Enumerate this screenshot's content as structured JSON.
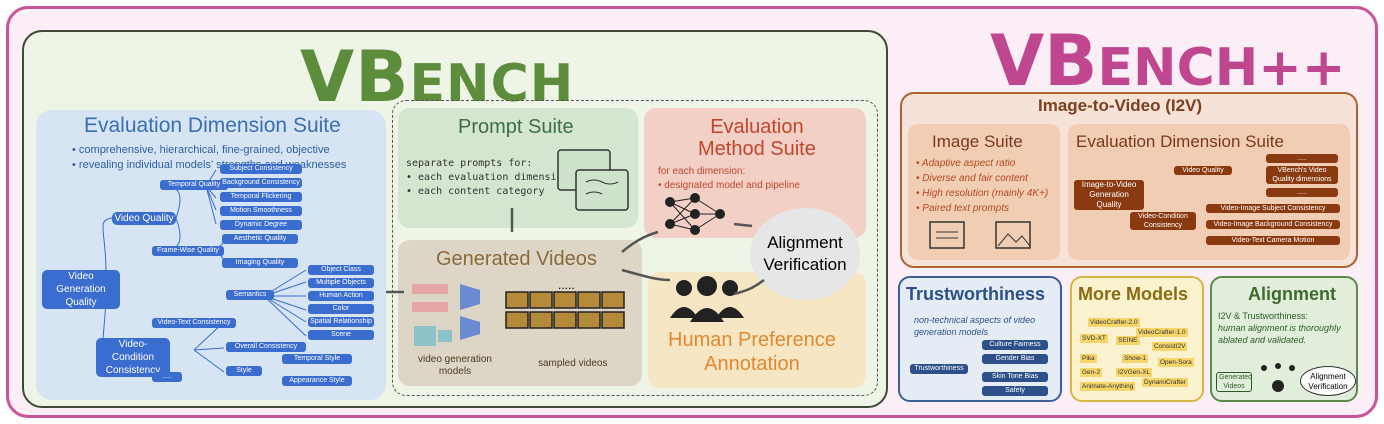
{
  "vbench": {
    "title_big": "VB",
    "title_small": "ENCH"
  },
  "vbenchpp": {
    "title_big": "VB",
    "title_small": "ENCH++"
  },
  "eds": {
    "title": "Evaluation Dimension Suite",
    "bullets": [
      "•  comprehensive, hierarchical, fine-grained, objective",
      "•  revealing individual models' strengths and weaknesses"
    ],
    "root": "Video Generation Quality",
    "vq": "Video Quality",
    "vcc": "Video-Condition Consistency",
    "tq": "Temporal Quality",
    "fwq": "Frame-Wise Quality",
    "vtc": "Video-Text Consistency",
    "sem": "Semantics",
    "oc": "Overall Consistency",
    "style": "Style",
    "dots": ".....",
    "tq_items": [
      "Subject Consistency",
      "Background Consistency",
      "Temporal Flickering",
      "Motion Smoothness",
      "Dynamic Degree"
    ],
    "fwq_items": [
      "Aesthetic Quality",
      "Imaging Quality"
    ],
    "sem_items": [
      "Object Class",
      "Multiple Objects",
      "Human Action",
      "Color",
      "Spatial Relationship",
      "Scene"
    ],
    "style_items": [
      "Temporal Style",
      "Appearance Style"
    ]
  },
  "ps": {
    "title": "Prompt Suite",
    "lines": [
      "separate prompts for:",
      "•  each evaluation dimension",
      "•  each content category"
    ]
  },
  "ems": {
    "title1": "Evaluation",
    "title2": "Method Suite",
    "lines": [
      "for each dimension:",
      "•  designated model and pipeline"
    ]
  },
  "gv": {
    "title": "Generated Videos",
    "dots": ".....",
    "left": "video generation\nmodels",
    "right": "sampled videos"
  },
  "hpa": {
    "title1": "Human Preference",
    "title2": "Annotation"
  },
  "av": {
    "l1": "Alignment",
    "l2": "Verification"
  },
  "i2v": {
    "title": "Image-to-Video (I2V)",
    "is_title": "Image Suite",
    "is_items": [
      "•  Adaptive aspect ratio",
      "•  Diverse and fair content",
      "•  High resolution (mainly 4K+)",
      "•  Paired text prompts"
    ],
    "eds_title": "Evaluation Dimension Suite",
    "root": "Image-to-Video Generation Quality",
    "vq": "Video Quality",
    "vcc": "Video-Condition Consistency",
    "vq_items": [
      ".....",
      "VBench's Video Quality dimensions",
      "....."
    ],
    "vcc_items": [
      "Video-Image Subject Consistency",
      "Video-Image Background Consistency",
      "Video-Text Camera Motion"
    ]
  },
  "tw": {
    "title": "Trustworthiness",
    "desc": "non-technical aspects of video generation models",
    "root": "Trustworthiness",
    "items": [
      "Culture Fairness",
      "Gender Bias",
      "Skin Tone Bias",
      "Safety"
    ]
  },
  "mm": {
    "title": "More Models",
    "models": [
      "VideoCrafter-2.0",
      "VideoCrafter-1.0",
      "SVD-XT",
      "SEINE",
      "ConsistI2V",
      "Pika",
      "Show-1",
      "Open-Sora",
      "Gen-2",
      "I2VGen-XL",
      "Animate-Anything",
      "DynamiCrafter"
    ]
  },
  "al": {
    "title": "Alignment",
    "desc1": "I2V & Trustworthiness:",
    "desc2": "human alignment is thoroughly ablated and validated.",
    "gen": "Generated Videos",
    "av": "Alignment Verification"
  },
  "colors": {
    "green": "#5c8c3c",
    "pink": "#c0468f",
    "blue": "#3b6cd0",
    "brown": "#8a3a10"
  }
}
